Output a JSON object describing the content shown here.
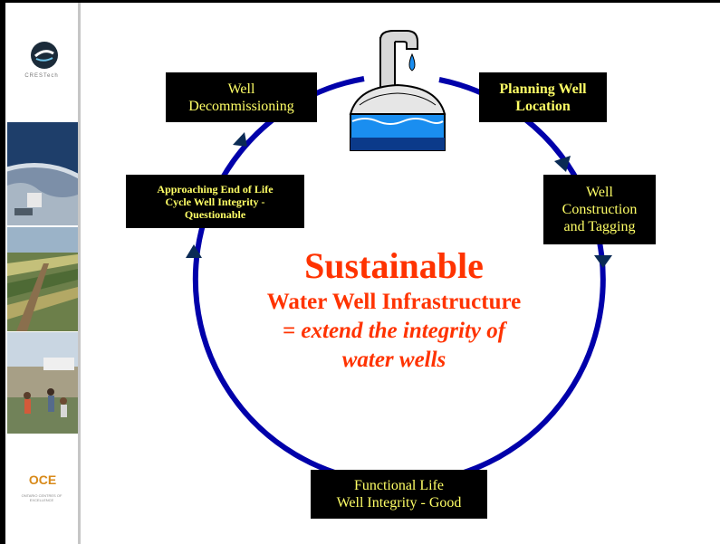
{
  "sidebar": {
    "crestech_label": "CRESTech",
    "oce_logo_text": "OCE",
    "oce_tagline": "ONTARIO CENTRES OF EXCELLENCE"
  },
  "diagram": {
    "stages": {
      "decommissioning": [
        "Well",
        "Decommissioning"
      ],
      "planning": [
        "Planning Well",
        "Location"
      ],
      "construction": [
        "Well",
        "Construction",
        "and Tagging"
      ],
      "approaching": [
        "Approaching End of Life",
        "Cycle Well Integrity -",
        "Questionable"
      ],
      "functional": [
        "Functional Life",
        "Well Integrity - Good"
      ]
    },
    "center": {
      "title": "Sustainable",
      "subtitle": "Water Well Infrastructure",
      "tagline_1": "= extend the integrity of",
      "tagline_2": "water wells"
    },
    "icon": "water-tap-well-icon",
    "colors": {
      "cycle": "#0000aa",
      "arrow": "#0a2a55",
      "box_bg": "#000000",
      "box_text": "#ffff66",
      "center_text": "#ff3300"
    }
  }
}
